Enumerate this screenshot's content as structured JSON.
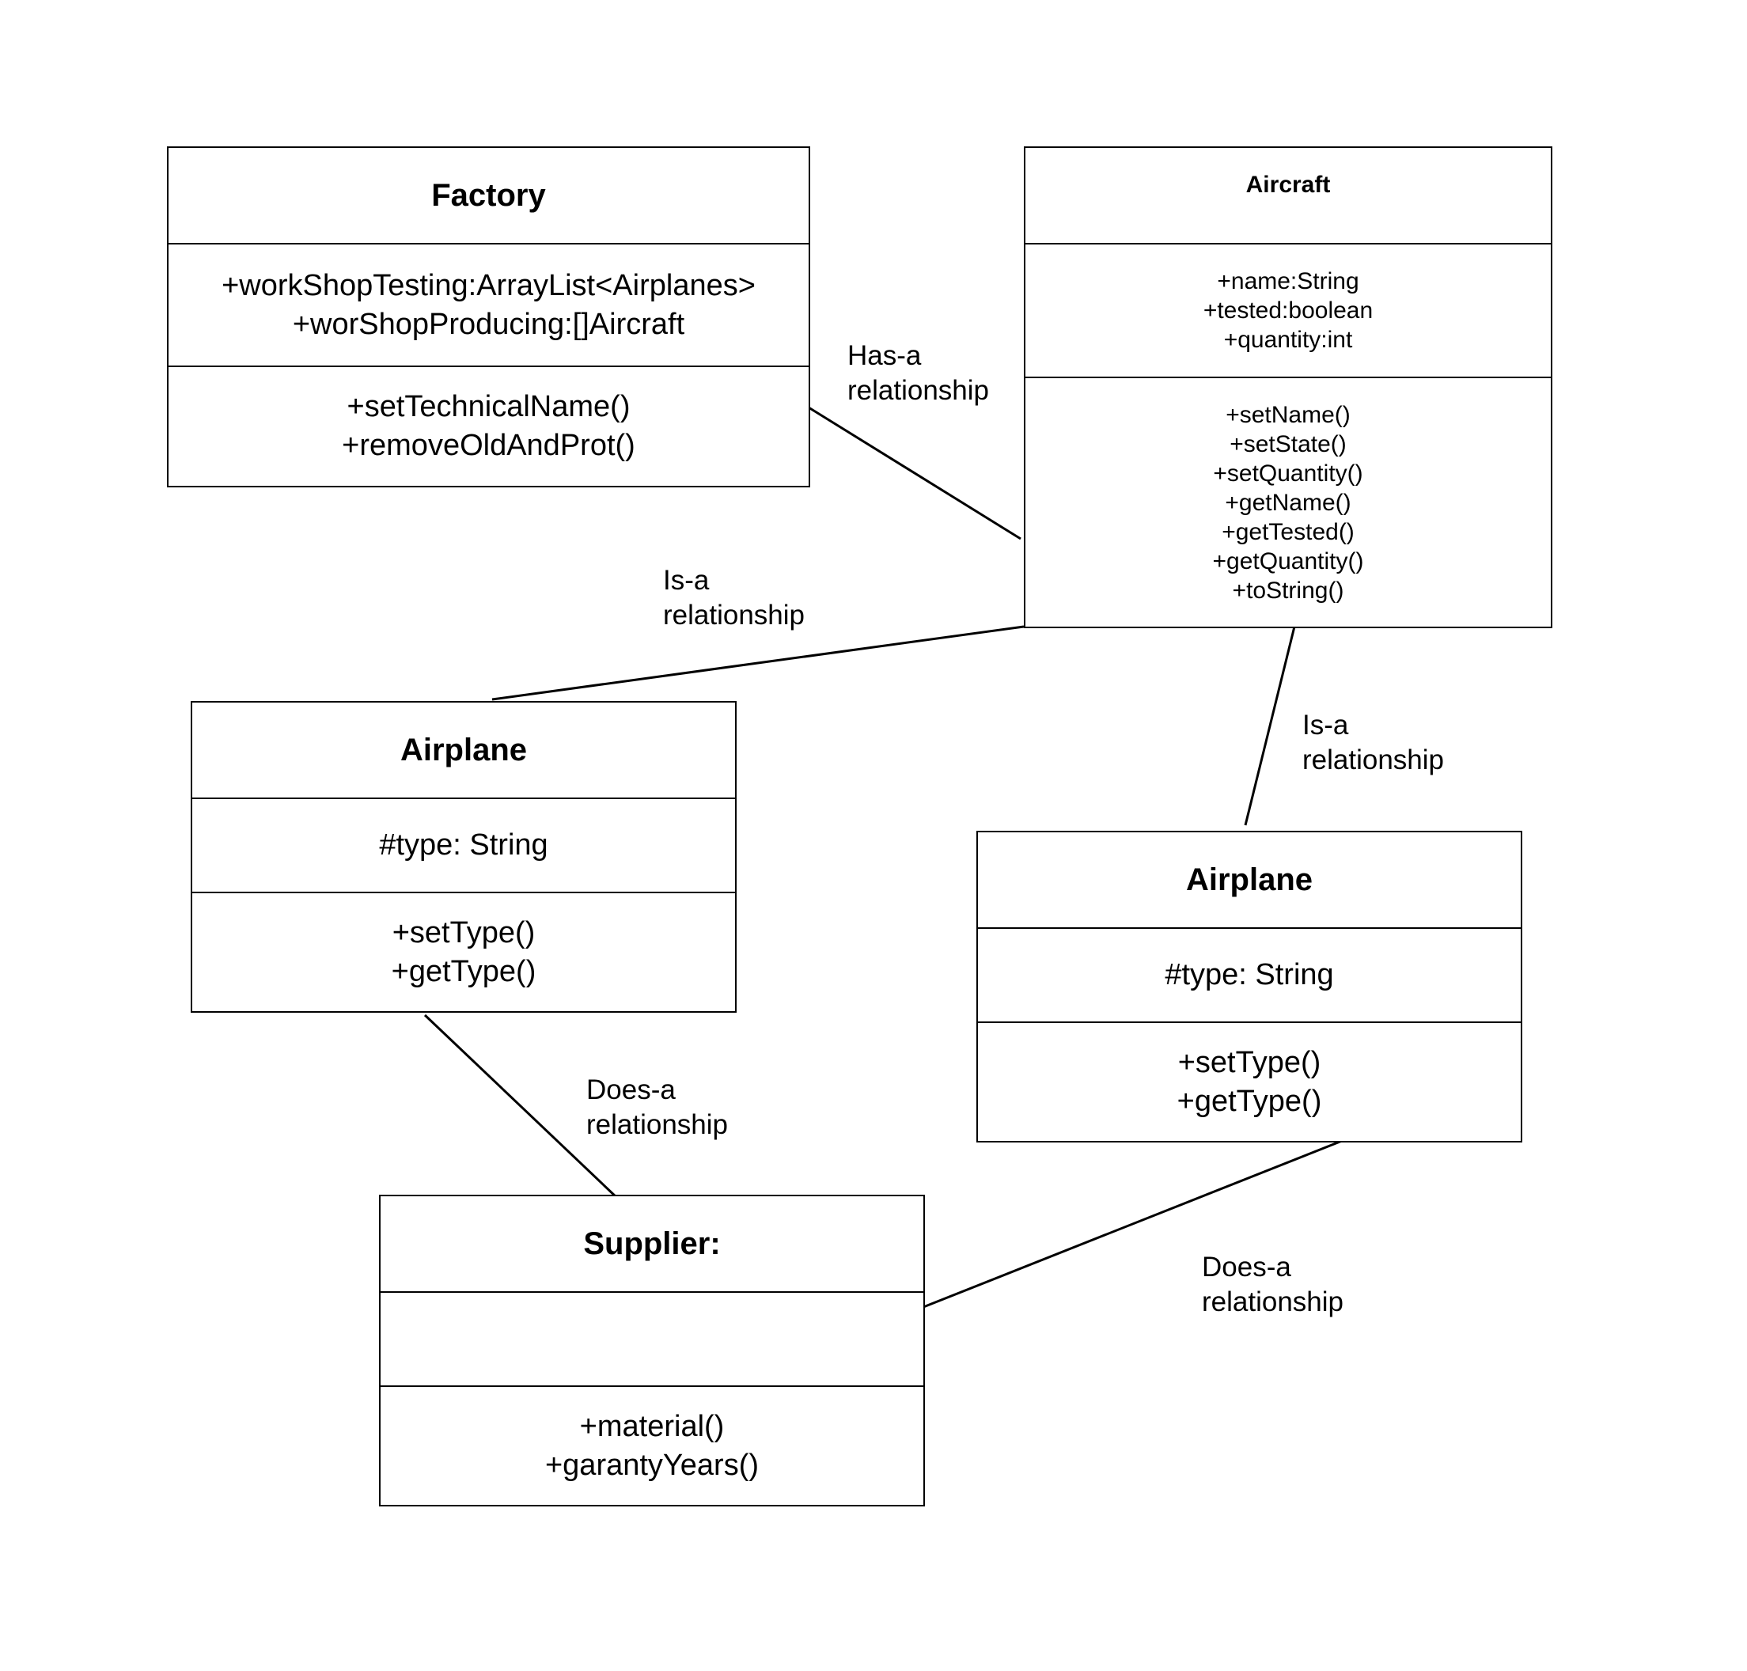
{
  "classes": {
    "factory": {
      "name": "Factory",
      "attributes": [
        "+workShopTesting:ArrayList<Airplanes>",
        "+worShopProducing:[]Aircraft"
      ],
      "methods": [
        "+setTechnicalName()",
        "+removeOldAndProt()"
      ]
    },
    "aircraft": {
      "name": "Aircraft",
      "attributes": [
        "+name:String",
        "+tested:boolean",
        "+quantity:int"
      ],
      "methods": [
        "+setName()",
        "+setState()",
        "+setQuantity()",
        "+getName()",
        "+getTested()",
        "+getQuantity()",
        "+toString()"
      ]
    },
    "airplane_left": {
      "name": "Airplane",
      "attributes": [
        "#type: String"
      ],
      "methods": [
        "+setType()",
        "+getType()"
      ]
    },
    "airplane_right": {
      "name": "Airplane",
      "attributes": [
        "#type: String"
      ],
      "methods": [
        "+setType()",
        "+getType()"
      ]
    },
    "supplier": {
      "name": "Supplier:",
      "attributes": [],
      "methods": [
        "+material()",
        "+garantyYears()"
      ]
    }
  },
  "relationships": {
    "has_a": [
      "Has-a",
      "relationship"
    ],
    "is_a_left": [
      "Is-a",
      "relationship"
    ],
    "is_a_right": [
      "Is-a",
      "relationship"
    ],
    "does_a_left": [
      "Does-a",
      "relationship"
    ],
    "does_a_right": [
      "Does-a",
      "relationship"
    ]
  }
}
